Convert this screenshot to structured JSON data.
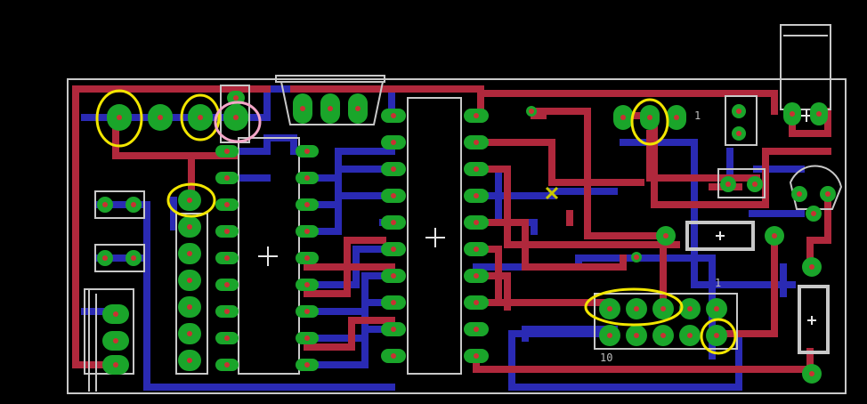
{
  "colors": {
    "background": "#000000",
    "board_outline": "#c8c8c8",
    "top_trace": "#b0283c",
    "bottom_trace": "#2a2ab4",
    "pad": "#1aa52a",
    "drill": "#c83232",
    "silk": "#c8c8c8",
    "highlight_yellow": "#f2e600",
    "highlight_pink": "#f4a6c8",
    "via_yellow": "#c8c800"
  },
  "labels": {
    "pin1_marker": "1",
    "pin1_marker_header": "1",
    "header_ref": "10"
  }
}
